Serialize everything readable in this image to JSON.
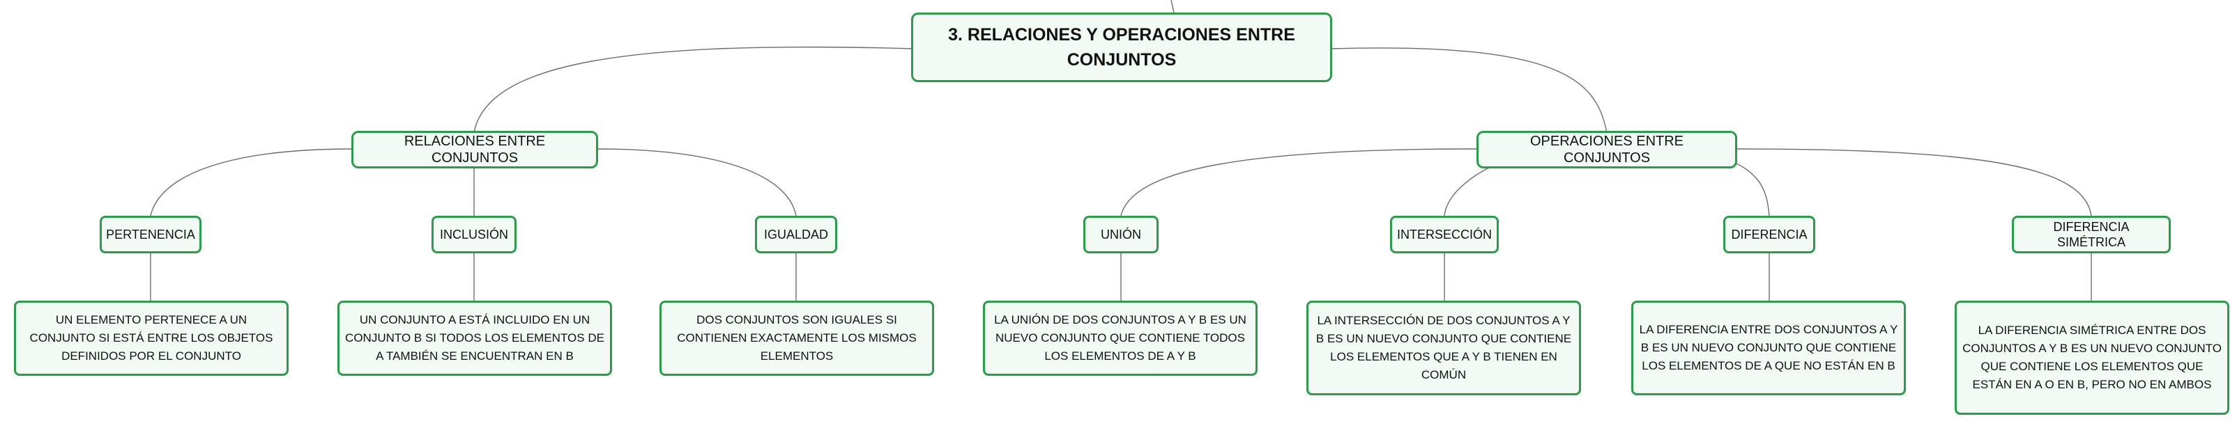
{
  "root": {
    "label": "3. RELACIONES Y OPERACIONES ENTRE CONJUNTOS"
  },
  "branches": [
    {
      "label": "RELACIONES ENTRE CONJUNTOS",
      "children": [
        {
          "label": "PERTENENCIA",
          "description": "UN ELEMENTO PERTENECE A UN CONJUNTO SI ESTÁ ENTRE LOS OBJETOS DEFINIDOS POR EL CONJUNTO"
        },
        {
          "label": "INCLUSIÓN",
          "description": "UN CONJUNTO A ESTÁ INCLUIDO EN UN CONJUNTO B SI TODOS LOS ELEMENTOS DE A TAMBIÉN SE ENCUENTRAN EN B"
        },
        {
          "label": "IGUALDAD",
          "description": "DOS CONJUNTOS SON IGUALES SI CONTIENEN EXACTAMENTE LOS MISMOS ELEMENTOS"
        }
      ]
    },
    {
      "label": "OPERACIONES ENTRE CONJUNTOS",
      "children": [
        {
          "label": "UNIÓN",
          "description": "LA UNIÓN DE DOS CONJUNTOS A Y B ES UN NUEVO CONJUNTO QUE CONTIENE TODOS LOS ELEMENTOS DE A Y B"
        },
        {
          "label": "INTERSECCIÓN",
          "description": "LA INTERSECCIÓN DE DOS CONJUNTOS A Y B ES UN NUEVO CONJUNTO QUE CONTIENE LOS ELEMENTOS QUE A Y B TIENEN EN COMÚN"
        },
        {
          "label": "DIFERENCIA",
          "description": "LA DIFERENCIA ENTRE DOS CONJUNTOS A Y B ES UN NUEVO CONJUNTO QUE CONTIENE LOS ELEMENTOS DE A QUE NO ESTÁN EN B"
        },
        {
          "label": "DIFERENCIA SIMÉTRICA",
          "description": "LA DIFERENCIA SIMÉTRICA ENTRE DOS CONJUNTOS A Y B ES UN NUEVO CONJUNTO QUE CONTIENE LOS ELEMENTOS QUE ESTÁN EN A O EN B, PERO NO EN AMBOS"
        }
      ]
    }
  ],
  "colors": {
    "border": "#2f9a4e",
    "fill": "#f2faf4",
    "connector": "#6b6b6b"
  }
}
